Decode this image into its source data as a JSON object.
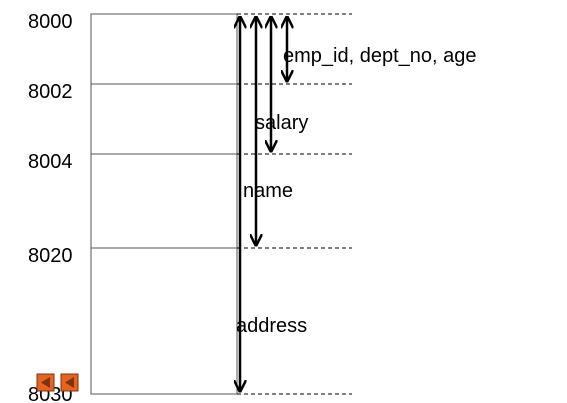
{
  "addresses": [
    "8000",
    "8002",
    "8004",
    "8020",
    "8030"
  ],
  "fields": {
    "emp_id_dept_no_age": "emp_id, dept_no, age",
    "salary": "salary",
    "name": "name",
    "address": "address"
  },
  "colors": {
    "line": "#000000",
    "nav_button": "#e8641e",
    "nav_button_border": "#7a3410"
  },
  "icons": [
    "previous-slide-icon",
    "next-slide-icon"
  ]
}
